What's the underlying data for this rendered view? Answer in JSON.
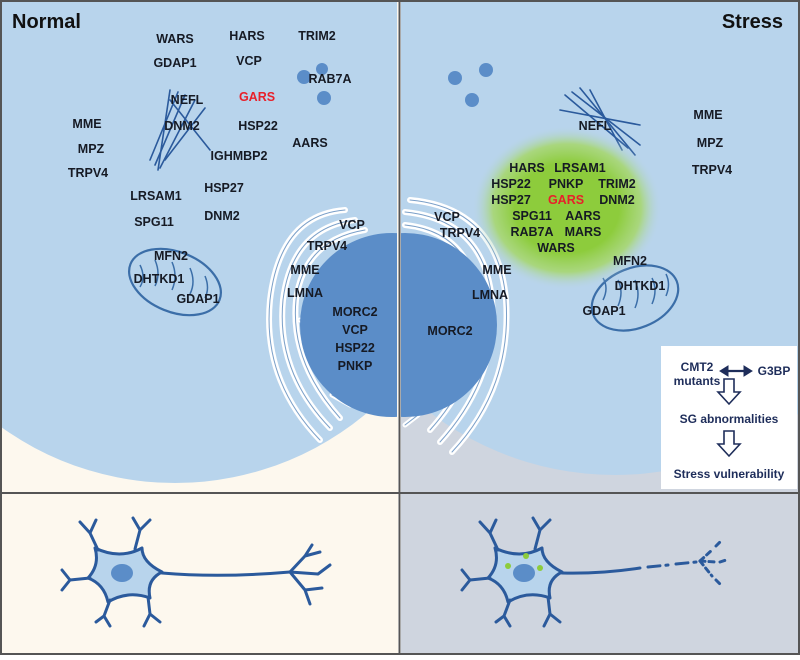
{
  "panels": {
    "normal_title": "Normal",
    "stress_title": "Stress"
  },
  "normal_labels": [
    {
      "key": "wars",
      "text": "WARS"
    },
    {
      "key": "hars",
      "text": "HARS"
    },
    {
      "key": "trim2",
      "text": "TRIM2"
    },
    {
      "key": "gdap1-top",
      "text": "GDAP1"
    },
    {
      "key": "vcp-top",
      "text": "VCP"
    },
    {
      "key": "rab7a",
      "text": "RAB7A"
    },
    {
      "key": "nefl",
      "text": "NEFL"
    },
    {
      "key": "gars",
      "text": "GARS",
      "highlight": true
    },
    {
      "key": "mme-out",
      "text": "MME"
    },
    {
      "key": "dnm2-top",
      "text": "DNM2"
    },
    {
      "key": "hsp22",
      "text": "HSP22"
    },
    {
      "key": "mpz",
      "text": "MPZ"
    },
    {
      "key": "aars",
      "text": "AARS"
    },
    {
      "key": "ighmbp2",
      "text": "IGHMBP2"
    },
    {
      "key": "trpv4-out",
      "text": "TRPV4"
    },
    {
      "key": "hsp27",
      "text": "HSP27"
    },
    {
      "key": "lrsam1",
      "text": "LRSAM1"
    },
    {
      "key": "dnm2-mid",
      "text": "DNM2"
    },
    {
      "key": "spg11",
      "text": "SPG11"
    },
    {
      "key": "vcp-er",
      "text": "VCP"
    },
    {
      "key": "trpv4-er",
      "text": "TRPV4"
    },
    {
      "key": "mfn2",
      "text": "MFN2"
    },
    {
      "key": "mme-er",
      "text": "MME"
    },
    {
      "key": "dhtkd1",
      "text": "DHTKD1"
    },
    {
      "key": "lmna",
      "text": "LMNA"
    },
    {
      "key": "gdap1-mito",
      "text": "GDAP1"
    },
    {
      "key": "morc2",
      "text": "MORC2"
    },
    {
      "key": "vcp-nuc",
      "text": "VCP"
    },
    {
      "key": "hsp22-nuc",
      "text": "HSP22"
    },
    {
      "key": "pnkp-nuc",
      "text": "PNKP"
    }
  ],
  "stress_labels": [
    {
      "key": "mme-out",
      "text": "MME"
    },
    {
      "key": "nefl",
      "text": "NEFL"
    },
    {
      "key": "mpz",
      "text": "MPZ"
    },
    {
      "key": "trpv4-out",
      "text": "TRPV4"
    },
    {
      "key": "vcp-er",
      "text": "VCP"
    },
    {
      "key": "trpv4-er",
      "text": "TRPV4"
    },
    {
      "key": "mme-er",
      "text": "MME"
    },
    {
      "key": "lmna",
      "text": "LMNA"
    },
    {
      "key": "morc2",
      "text": "MORC2"
    },
    {
      "key": "mfn2",
      "text": "MFN2"
    },
    {
      "key": "dhtkd1",
      "text": "DHTKD1"
    },
    {
      "key": "gdap1",
      "text": "GDAP1"
    }
  ],
  "stress_granule_labels": [
    {
      "key": "hars",
      "text": "HARS"
    },
    {
      "key": "lrsam1",
      "text": "LRSAM1"
    },
    {
      "key": "hsp22",
      "text": "HSP22"
    },
    {
      "key": "pnkp",
      "text": "PNKP"
    },
    {
      "key": "trim2",
      "text": "TRIM2"
    },
    {
      "key": "hsp27",
      "text": "HSP27"
    },
    {
      "key": "gars",
      "text": "GARS",
      "highlight": true
    },
    {
      "key": "dnm2",
      "text": "DNM2"
    },
    {
      "key": "spg11",
      "text": "SPG11"
    },
    {
      "key": "aars",
      "text": "AARS"
    },
    {
      "key": "rab7a",
      "text": "RAB7A"
    },
    {
      "key": "mars",
      "text": "MARS"
    },
    {
      "key": "wars",
      "text": "WARS"
    }
  ],
  "mechanism_box": {
    "cmt2_line1": "CMT2",
    "cmt2_line2": "mutants",
    "g3bp": "G3BP",
    "sg_abnormalities": "SG abnormalities",
    "stress_vulnerability": "Stress vulnerability"
  },
  "colors": {
    "normal_bg": "#fdf8ee",
    "stress_bg": "#cfd5df",
    "cell_fill": "#b8d4ec",
    "nucleus_fill": "#5b8dc8",
    "outline_blue": "#2b5a9c",
    "granule_green": "#8dcc3c",
    "highlight_red": "#e8202a",
    "frame_gray": "#555555"
  }
}
